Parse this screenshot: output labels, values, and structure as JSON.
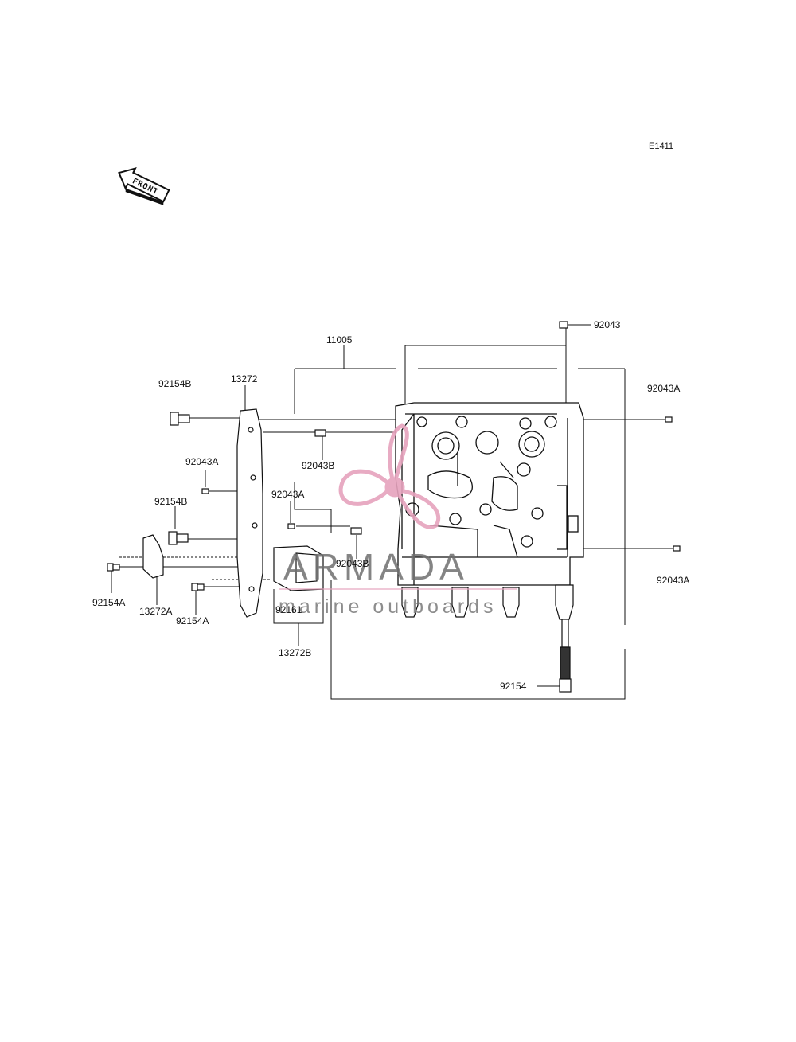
{
  "diagram_code": "E1411",
  "front_marker": "FRONT",
  "watermark": {
    "brand": "ARMADA",
    "tagline": "marine outboards",
    "color": "#e6a3bd"
  },
  "parts": {
    "p11005": "11005",
    "p13272": "13272",
    "p13272A": "13272A",
    "p13272B": "13272B",
    "p92043": "92043",
    "p92043A_top": "92043A",
    "p92043A_right": "92043A",
    "p92043A_left": "92043A",
    "p92043A_mid": "92043A",
    "p92043B_upper": "92043B",
    "p92043B_lower": "92043B",
    "p92154": "92154",
    "p92154A_left": "92154A",
    "p92154A_lower": "92154A",
    "p92154B_top": "92154B",
    "p92154B_mid": "92154B",
    "p92161": "92161"
  }
}
